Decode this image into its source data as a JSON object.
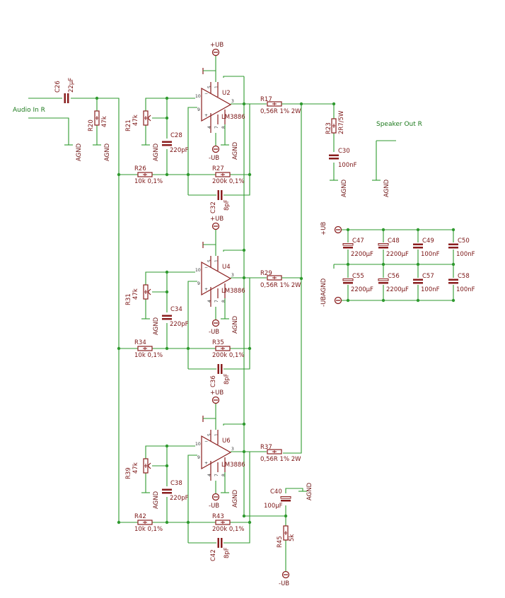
{
  "inputs": {
    "audio_in": "Audio In R",
    "speaker_out": "Speaker Out R"
  },
  "rails": {
    "vpos": "+UB",
    "vneg": "-UB",
    "agnd": "AGND",
    "ubagnd": "-UBAGND"
  },
  "stages": [
    {
      "ic": {
        "ref": "U2",
        "part": "LM3886"
      },
      "pot": {
        "ref": "R21",
        "value": "47k"
      },
      "cin": {
        "ref": "C28",
        "value": "220pF"
      },
      "rin": {
        "ref": "R26",
        "value": "10k 0,1%"
      },
      "rfb": {
        "ref": "R27",
        "value": "200k 0,1%"
      },
      "cfb": {
        "ref": "C32",
        "value": "8pF"
      },
      "rout": {
        "ref": "R17",
        "value": "0,56R 1% 2W"
      }
    },
    {
      "ic": {
        "ref": "U4",
        "part": "LM3886"
      },
      "pot": {
        "ref": "R31",
        "value": "47k"
      },
      "cin": {
        "ref": "C34",
        "value": "220pF"
      },
      "rin": {
        "ref": "R34",
        "value": "10k 0,1%"
      },
      "rfb": {
        "ref": "R35",
        "value": "200k 0,1%"
      },
      "cfb": {
        "ref": "C36",
        "value": "8pF"
      },
      "rout": {
        "ref": "R29",
        "value": "0,56R 1% 2W"
      }
    },
    {
      "ic": {
        "ref": "U6",
        "part": "LM3886"
      },
      "pot": {
        "ref": "R39",
        "value": "47k"
      },
      "cin": {
        "ref": "C38",
        "value": "220pF"
      },
      "rin": {
        "ref": "R42",
        "value": "10k 0,1%"
      },
      "rfb": {
        "ref": "R43",
        "value": "200k 0,1%"
      },
      "cfb": {
        "ref": "C42",
        "value": "8pF"
      },
      "rout": {
        "ref": "R37",
        "value": "0,56R 1% 2W"
      }
    }
  ],
  "input_parts": {
    "c26": {
      "ref": "C26",
      "value": "22µF"
    },
    "r20": {
      "ref": "R20",
      "value": "47k"
    }
  },
  "zobel": {
    "r23": {
      "ref": "R23",
      "value": "2R7/5W"
    },
    "c30": {
      "ref": "C30",
      "value": "100nF"
    }
  },
  "bottom": {
    "c40": {
      "ref": "C40",
      "value": "100µF"
    },
    "r45": {
      "ref": "R45",
      "value": "5k"
    }
  },
  "decoupling": {
    "top": [
      {
        "ref": "C47",
        "value": "2200µF"
      },
      {
        "ref": "C48",
        "value": "2200µF"
      },
      {
        "ref": "C49",
        "value": "100nF"
      },
      {
        "ref": "C50",
        "value": "100nF"
      }
    ],
    "bottom": [
      {
        "ref": "C55",
        "value": "2200µF"
      },
      {
        "ref": "C56",
        "value": "2200µF"
      },
      {
        "ref": "C57",
        "value": "100nF"
      },
      {
        "ref": "C58",
        "value": "100nF"
      }
    ]
  },
  "pins": {
    "p10": "10",
    "p5": "5",
    "p3": "3",
    "p9": "9",
    "p1": "1",
    "p4": "4",
    "p7": "7",
    "p8": "8",
    "minus": "−",
    "plus": "+"
  }
}
